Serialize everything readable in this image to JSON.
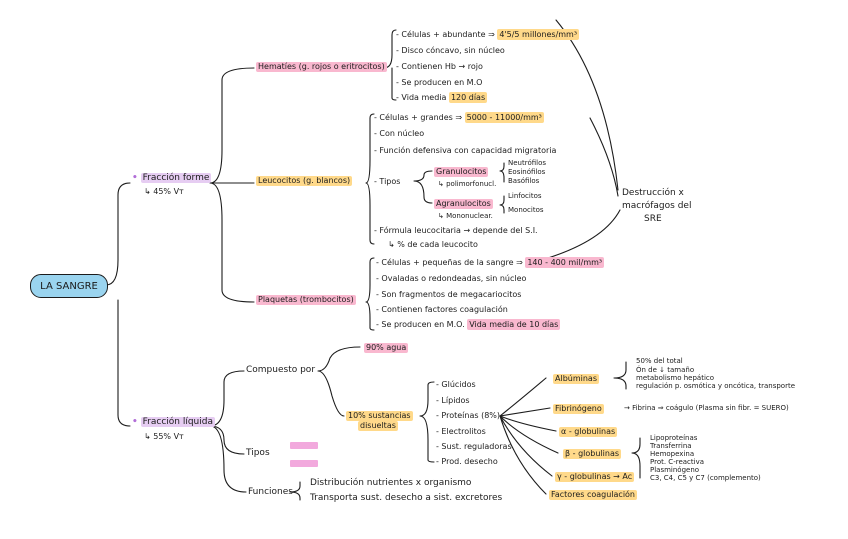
{
  "colors": {
    "pink": "#f9b8cf",
    "yellow": "#ffd98a",
    "violet": "#e6cdf2",
    "blue": "#9ad4ef",
    "magenta": "#f2a9dd",
    "ink": "#1c1c1c"
  },
  "root": {
    "title": "LA SANGRE"
  },
  "formed": {
    "title": "Fracción forme",
    "sub": "↳ 45% Vт",
    "hematies": {
      "title": "Hematíes (g. rojos o eritrocitos)",
      "items": [
        {
          "prefix": "- Células + abundante ⇒ ",
          "highlight": "4'5/5 millones/mm³"
        },
        {
          "prefix": "- Disco cóncavo, sin núcleo"
        },
        {
          "prefix": "- Contienen Hb → rojo"
        },
        {
          "prefix": "- Se producen en M.O"
        },
        {
          "prefix": "- Vida media ",
          "highlight": "120 días"
        }
      ]
    },
    "leucocitos": {
      "title": "Leucocitos (g. blancos)",
      "items": [
        {
          "prefix": "- Células + grandes ⇒ ",
          "highlight": "5000 - 11000/mm³"
        },
        {
          "prefix": "- Con núcleo"
        },
        {
          "prefix": "- Función defensiva con capacidad migratoria"
        }
      ],
      "tipos_label": "- Tipos",
      "granulocitos": "Granulocitos",
      "granulo_sub": "↳ polimorfonucl.",
      "granulo_types": [
        "Neutrófilos",
        "Eosinófilos",
        "Basófilos"
      ],
      "agranulocitos": "Agranulocitos",
      "agranulo_sub": "↳ Mononuclear.",
      "agranulo_types": [
        "Linfocitos",
        "Monocitos"
      ],
      "formula": "- Fórmula leucocitaria → depende del S.I.",
      "formula_sub": "↳ % de cada leucocito"
    },
    "plaquetas": {
      "title": "Plaquetas (trombocitos)",
      "items": [
        {
          "prefix": "- Células + pequeñas de la sangre ⇒ ",
          "highlight": "140 - 400 mil/mm³"
        },
        {
          "prefix": "- Ovaladas o redondeadas, sin núcleo"
        },
        {
          "prefix": "- Son fragmentos de megacariocitos"
        },
        {
          "prefix": "- Contienen factores coagulación"
        },
        {
          "prefix": "- Se producen en M.O. ",
          "highlight": "Vida media de 10 días"
        }
      ]
    },
    "destruccion": [
      "Destrucción x",
      "macrófagos del",
      "SRE"
    ]
  },
  "liquid": {
    "title": "Fracción líquida",
    "sub": "↳ 55% Vт",
    "compuesto": {
      "title": "Compuesto por",
      "agua": "90% agua",
      "sustancias_1": "10% sustancias",
      "sustancias_2": "disueltas",
      "items": [
        "- Glúcidos",
        "- Lípidos",
        "- Proteínas (8%)",
        "- Electrolitos",
        "- Sust. reguladoras",
        "- Prod. desecho"
      ],
      "proteinas": {
        "albuminas": {
          "title": "Albúminas",
          "details": [
            "50% del total",
            "Ón de ↓ tamaño",
            "metabolismo hepático",
            "regulación p. osmótica y oncótica, transporte"
          ]
        },
        "fibrinogeno": {
          "title": "Fibrinógeno",
          "detail": "→ Fibrina ⇒ coágulo  (Plasma sin fibr. = SUERO)"
        },
        "alfa": "α - globulinas",
        "beta": {
          "title": "β - globulinas",
          "details": [
            "Lipoproteínas",
            "Transferrina",
            "Hemopexina",
            "Prot. C-reactiva",
            "Plasminógeno",
            "C3, C4, C5 y C7 (complemento)"
          ]
        },
        "gamma": "γ - globulinas → Ac",
        "factores": "Factores coagulación"
      }
    },
    "tipos": {
      "title": "Tipos"
    },
    "funciones": {
      "title": "Funciones",
      "items": [
        "Distribución nutrientes x organismo",
        "Transporta sust. desecho a sist. excretores"
      ]
    }
  }
}
